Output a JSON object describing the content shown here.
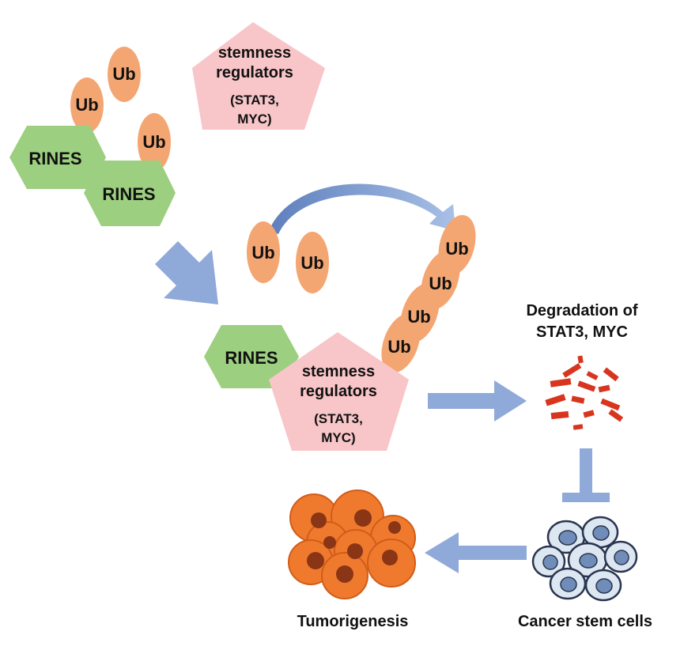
{
  "colors": {
    "hexagon": "#9ccf7f",
    "pentagon": "#f8c5c8",
    "ub": "#f4a672",
    "arrow": "#8fa9d8",
    "curved_arrow": "#6f8fc4",
    "fragments": "#d8351f",
    "tumor": "#ef7a2e",
    "tumor_nucleus": "#8a3516",
    "stem_cell": "#dde7f2",
    "stem_nucleus": "#6f8db8"
  },
  "top": {
    "ub_labels": [
      "Ub",
      "Ub",
      "Ub"
    ],
    "rines_labels": [
      "RINES",
      "RINES"
    ],
    "pentagon": {
      "line1": "stemness",
      "line2": "regulators",
      "line3": "(STAT3,",
      "line4": "MYC)"
    }
  },
  "middle": {
    "ub_free": [
      "Ub",
      "Ub"
    ],
    "ub_chain": [
      "Ub",
      "Ub",
      "Ub",
      "Ub"
    ],
    "rines_label": "RINES",
    "pentagon": {
      "line1": "stemness",
      "line2": "regulators",
      "line3": "(STAT3,",
      "line4": "MYC)"
    }
  },
  "right": {
    "degradation_line1": "Degradation of",
    "degradation_line2": "STAT3, MYC",
    "cancer_label": "Cancer stem cells",
    "tumor_label": "Tumorigenesis"
  }
}
